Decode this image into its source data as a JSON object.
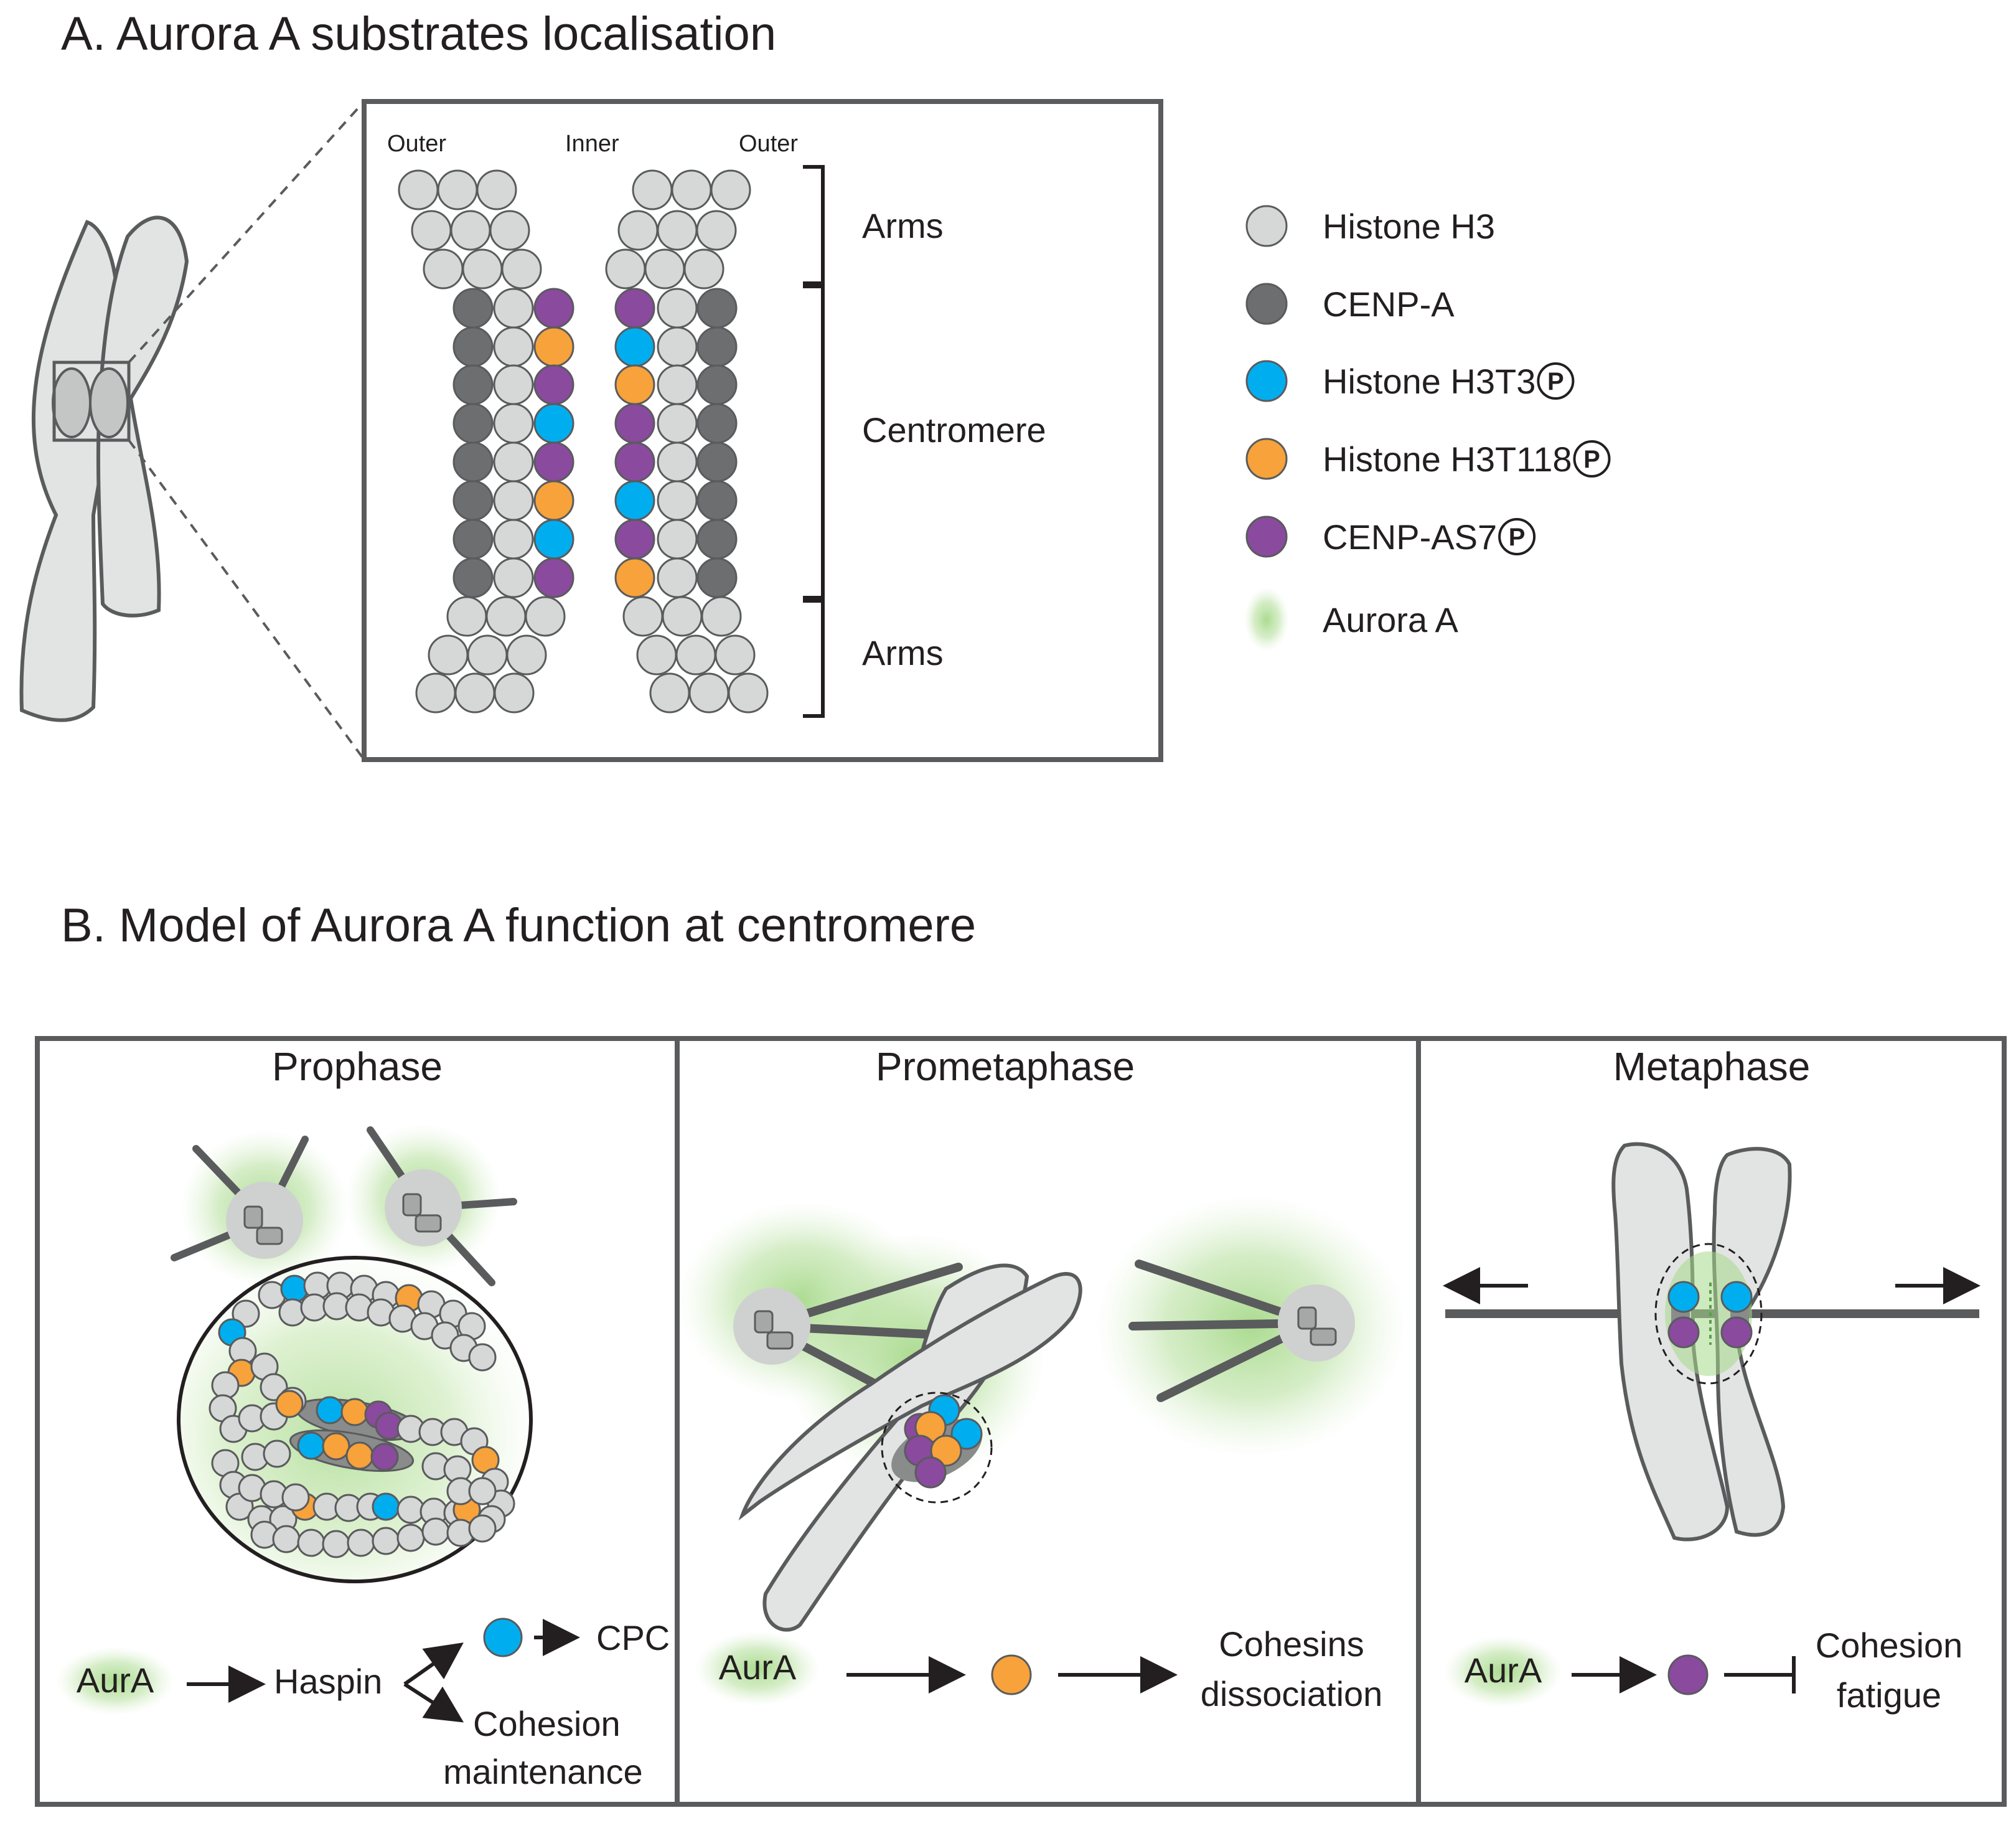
{
  "colors": {
    "histone_h3": "#d5d8d6",
    "cenp_a": "#6d6e70",
    "histone_h3t3p": "#00aeef",
    "histone_h3t118p": "#f7a23a",
    "cenp_as7p": "#8a4a9e",
    "aurora_a": "#a6d98a",
    "outline": "#5a5b5d",
    "chromosome_fill": "#e2e4e3"
  },
  "panel_a": {
    "title": "A. Aurora A substrates localisation",
    "column_labels": {
      "outer_left": "Outer",
      "inner": "Inner",
      "outer_right": "Outer"
    },
    "regions": {
      "arms_top": "Arms",
      "centromere": "Centromere",
      "arms_bottom": "Arms"
    },
    "legend": [
      {
        "id": "histone_h3",
        "label": "Histone H3",
        "badge": ""
      },
      {
        "id": "cenp_a",
        "label": "CENP-A",
        "badge": ""
      },
      {
        "id": "histone_h3t3p",
        "label": "Histone H3T3",
        "badge": "P"
      },
      {
        "id": "histone_h3t118p",
        "label": "Histone H3T118",
        "badge": "P"
      },
      {
        "id": "cenp_as7p",
        "label": "CENP-AS7",
        "badge": "P"
      },
      {
        "id": "aurora_a",
        "label": "Aurora A",
        "badge": ""
      }
    ]
  },
  "panel_b": {
    "title": "B. Model of Aurora A function at centromere",
    "prophase": {
      "title": "Prophase",
      "aura_label": "AurA",
      "haspin_label": "Haspin",
      "cpc_label": "CPC",
      "cohesion_line1": "Cohesion",
      "cohesion_line2": "maintenance"
    },
    "prometaphase": {
      "title": "Prometaphase",
      "aura_label": "AurA",
      "outcome_line1": "Cohesins",
      "outcome_line2": "dissociation"
    },
    "metaphase": {
      "title": "Metaphase",
      "aura_label": "AurA",
      "outcome_line1": "Cohesion",
      "outcome_line2": "fatigue"
    }
  }
}
